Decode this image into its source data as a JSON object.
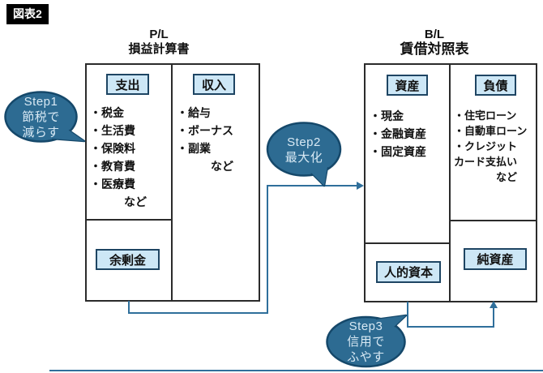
{
  "figure_label": "図表2",
  "pl": {
    "title_line1": "P/L",
    "title_line2": "損益計算書",
    "expenses": {
      "label": "支出",
      "items": [
        "・税金",
        "・生活費",
        "・保険料",
        "・教育費",
        "・医療費",
        "　　　など"
      ]
    },
    "income": {
      "label": "収入",
      "items": [
        "・給与",
        "・ボーナス",
        "・副業",
        "　　　など"
      ]
    },
    "surplus_label": "余剰金"
  },
  "bl": {
    "title_line1": "B/L",
    "title_line2": "賃借対照表",
    "assets": {
      "label": "資産",
      "items": [
        "・現金",
        "・金融資産",
        "・固定資産"
      ]
    },
    "liabilities": {
      "label": "負債",
      "items": [
        "・住宅ローン",
        "・自動車ローン",
        "・クレジット",
        "カード支払い",
        "　　　　など"
      ]
    },
    "human_capital_label": "人的資本",
    "net_assets_label": "純資産"
  },
  "steps": {
    "step1": {
      "lines": [
        "Step1",
        "節税で",
        "減らす"
      ]
    },
    "step2": {
      "lines": [
        "Step2",
        "最大化"
      ]
    },
    "step3": {
      "lines": [
        "Step3",
        "信用で",
        "ふやす"
      ]
    }
  },
  "colors": {
    "bubble_fill": "#2d6b92",
    "bubble_border": "#15486a",
    "bubble_text": "#d8e9f4",
    "label_box_fill": "#cde7f6",
    "label_box_border": "#1e4563",
    "box_border": "#2b2b2b",
    "connector": "#2f6f9b"
  }
}
